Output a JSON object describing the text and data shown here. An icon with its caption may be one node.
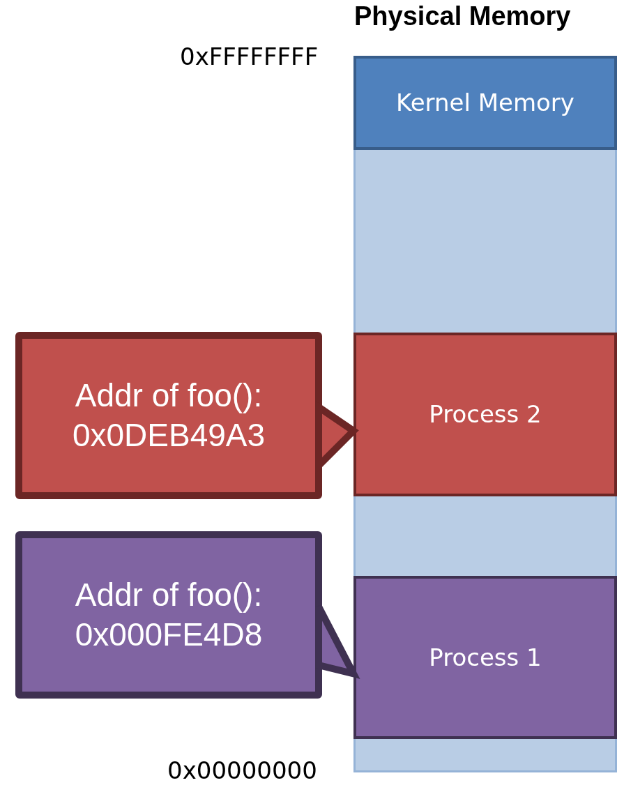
{
  "diagram": {
    "nodes": [
      {
        "text": [
          "Physical Memory"
        ]
      },
      {
        "text": [
          "Kernel Memory"
        ],
        "in": 0
      },
      {
        "text": [
          "Process 2"
        ],
        "in": 0
      },
      {
        "text": [
          "Process 1"
        ],
        "in": 0
      },
      {
        "text": [
          "Addr of foo(): 0x0DEB49A3"
        ]
      },
      {
        "text": [
          "Addr of foo(): 0x000FE4D8"
        ]
      }
    ],
    "edges": [
      {
        "from": 4,
        "to": 2,
        "arrow": "to",
        "color": "#6b2625"
      },
      {
        "from": 5,
        "to": 3,
        "arrow": "to",
        "color": "#3f3151"
      }
    ],
    "labels": [
      "0xFFFFFFFF",
      "0x00000000"
    ]
  }
}
